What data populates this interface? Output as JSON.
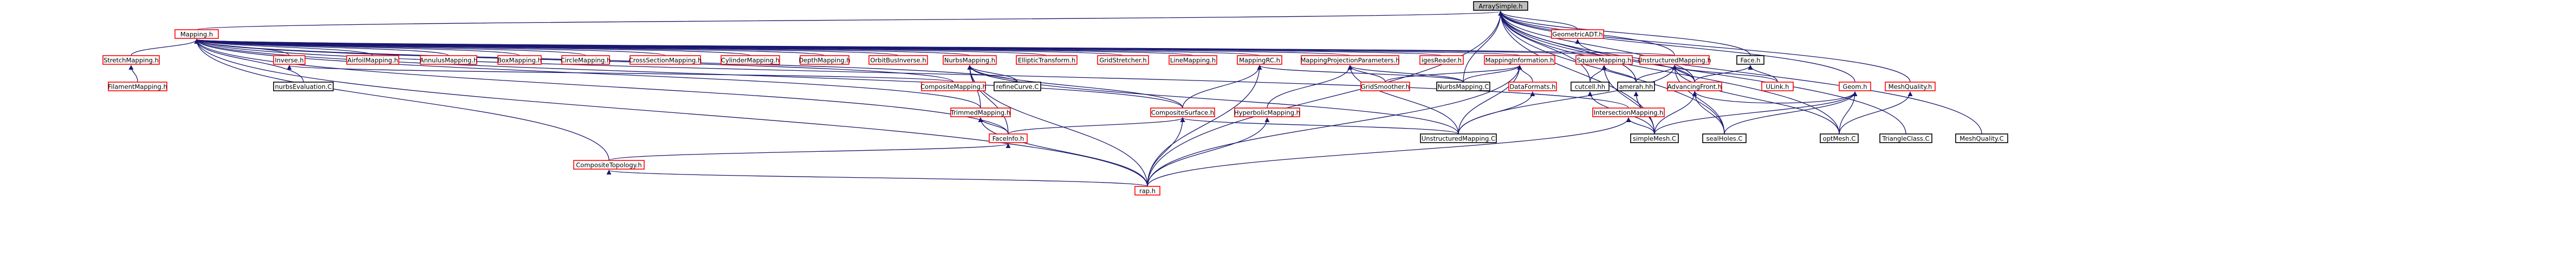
{
  "colors": {
    "edge": "#191970",
    "border_default": "#000000",
    "border_highlight": "#ff0000",
    "fill_default": "#ffffff",
    "fill_root": "#bfbfbf"
  },
  "diagram": {
    "nodes": [
      {
        "id": "arraysimple",
        "label": "ArraySimple.h",
        "style": "root"
      },
      {
        "id": "mapping",
        "label": "Mapping.h",
        "style": "red"
      },
      {
        "id": "geometricadt",
        "label": "GeometricADT.h",
        "style": "red"
      },
      {
        "id": "unstructuredmappingh",
        "label": "UnstructuredMapping.h",
        "style": "red"
      },
      {
        "id": "faceh",
        "label": "Face.h",
        "style": "black"
      },
      {
        "id": "stretchmapping",
        "label": "StretchMapping.h",
        "style": "red"
      },
      {
        "id": "filamentmapping",
        "label": "FilamentMapping.h",
        "style": "red"
      },
      {
        "id": "inverse",
        "label": "Inverse.h",
        "style": "red"
      },
      {
        "id": "nurbsevaluation",
        "label": "nurbsEvaluation.C",
        "style": "black"
      },
      {
        "id": "airfoilmapping",
        "label": "AirfoilMapping.h",
        "style": "red"
      },
      {
        "id": "annulusmapping",
        "label": "AnnulusMapping.h",
        "style": "red"
      },
      {
        "id": "boxmapping",
        "label": "BoxMapping.h",
        "style": "red"
      },
      {
        "id": "circlemapping",
        "label": "CircleMapping.h",
        "style": "red"
      },
      {
        "id": "crosssectionmapping",
        "label": "CrossSectionMapping.h",
        "style": "red"
      },
      {
        "id": "cylindermapping",
        "label": "CylinderMapping.h",
        "style": "red"
      },
      {
        "id": "depthmapping",
        "label": "DepthMapping.h",
        "style": "red"
      },
      {
        "id": "orbitbusinverse",
        "label": "OrbitBusInverse.h",
        "style": "red"
      },
      {
        "id": "nurbsmapping",
        "label": "NurbsMapping.h",
        "style": "red"
      },
      {
        "id": "compositemapping",
        "label": "CompositeMapping.h",
        "style": "red"
      },
      {
        "id": "refinecurve",
        "label": "refineCurve.C",
        "style": "black"
      },
      {
        "id": "ellipticstransform",
        "label": "EllipticTransform.h",
        "style": "red"
      },
      {
        "id": "gridstretcher",
        "label": "GridStretcher.h",
        "style": "red"
      },
      {
        "id": "linemapping",
        "label": "LineMapping.h",
        "style": "red"
      },
      {
        "id": "mappingrc",
        "label": "MappingRC.h",
        "style": "red"
      },
      {
        "id": "mappingprojectionparameters",
        "label": "MappingProjectionParameters.h",
        "style": "red"
      },
      {
        "id": "gridsmoother",
        "label": "GridSmoother.h",
        "style": "red"
      },
      {
        "id": "nurbsmappingc",
        "label": "NurbsMapping.C",
        "style": "black"
      },
      {
        "id": "igesreader",
        "label": "igesReader.h",
        "style": "red"
      },
      {
        "id": "mappinginformation",
        "label": "MappingInformation.h",
        "style": "red"
      },
      {
        "id": "dataformats",
        "label": "DataFormats.h",
        "style": "red"
      },
      {
        "id": "squaremapping",
        "label": "SquareMapping.h",
        "style": "red"
      },
      {
        "id": "cutcellm",
        "label": "cutcell.hh",
        "style": "black"
      },
      {
        "id": "amerah",
        "label": "amerah.hh",
        "style": "black"
      },
      {
        "id": "intersectionmapping",
        "label": "IntersectionMapping.h",
        "style": "red"
      },
      {
        "id": "trimmedmapping",
        "label": "TrimmedMapping.h",
        "style": "red"
      },
      {
        "id": "faceinfo",
        "label": "FaceInfo.h",
        "style": "red"
      },
      {
        "id": "compositesurface",
        "label": "CompositeSurface.h",
        "style": "red"
      },
      {
        "id": "hyperbolicmapping",
        "label": "HyperbolicMapping.h",
        "style": "red"
      },
      {
        "id": "unstructuredmappingc",
        "label": "UnstructuredMapping.C",
        "style": "black"
      },
      {
        "id": "compositetopology",
        "label": "CompositeTopology.h",
        "style": "red"
      },
      {
        "id": "rap",
        "label": "rap.h",
        "style": "red"
      },
      {
        "id": "advancingfront",
        "label": "AdvancingFront.h",
        "style": "red"
      },
      {
        "id": "uleak",
        "label": "ULink.h",
        "style": "red"
      },
      {
        "id": "geom",
        "label": "Geom.h",
        "style": "red"
      },
      {
        "id": "meshquality",
        "label": "MeshQuality.h",
        "style": "red"
      },
      {
        "id": "simplemesh",
        "label": "simpleMesh.C",
        "style": "black"
      },
      {
        "id": "sealholes",
        "label": "sealHoles.C",
        "style": "black"
      },
      {
        "id": "optmesh",
        "label": "optMesh.C",
        "style": "black"
      },
      {
        "id": "triangleclass",
        "label": "TriangleClass.C",
        "style": "black"
      },
      {
        "id": "meshqualityc",
        "label": "MeshQuality.C",
        "style": "black"
      }
    ],
    "edges": [
      [
        "arraysimple",
        "mapping"
      ],
      [
        "arraysimple",
        "geometricadt"
      ],
      [
        "arraysimple",
        "unstructuredmappingh"
      ],
      [
        "arraysimple",
        "faceh"
      ],
      [
        "arraysimple",
        "geom"
      ],
      [
        "arraysimple",
        "meshquality"
      ],
      [
        "arraysimple",
        "meshqualityc"
      ],
      [
        "arraysimple",
        "triangleclass"
      ],
      [
        "arraysimple",
        "simplemesh"
      ],
      [
        "arraysimple",
        "nurbsmappingc"
      ],
      [
        "arraysimple",
        "amerah"
      ],
      [
        "arraysimple",
        "cutcellm"
      ],
      [
        "arraysimple",
        "rap"
      ],
      [
        "arraysimple",
        "advancingfront"
      ],
      [
        "arraysimple",
        "optmesh"
      ],
      [
        "arraysimple",
        "sealholes"
      ],
      [
        "mapping",
        "stretchmapping"
      ],
      [
        "mapping",
        "inverse"
      ],
      [
        "mapping",
        "airfoilmapping"
      ],
      [
        "mapping",
        "annulusmapping"
      ],
      [
        "mapping",
        "boxmapping"
      ],
      [
        "mapping",
        "circlemapping"
      ],
      [
        "mapping",
        "crosssectionmapping"
      ],
      [
        "mapping",
        "cylindermapping"
      ],
      [
        "mapping",
        "depthmapping"
      ],
      [
        "mapping",
        "orbitbusinverse"
      ],
      [
        "mapping",
        "nurbsmapping"
      ],
      [
        "mapping",
        "ellipticstransform"
      ],
      [
        "mapping",
        "gridstretcher"
      ],
      [
        "mapping",
        "linemapping"
      ],
      [
        "mapping",
        "mappingrc"
      ],
      [
        "mapping",
        "mappingprojectionparameters"
      ],
      [
        "mapping",
        "igesreader"
      ],
      [
        "mapping",
        "mappinginformation"
      ],
      [
        "mapping",
        "squaremapping"
      ],
      [
        "mapping",
        "intersectionmapping"
      ],
      [
        "mapping",
        "compositemapping"
      ],
      [
        "mapping",
        "refinecurve"
      ],
      [
        "mapping",
        "nurbsevaluation"
      ],
      [
        "mapping",
        "trimmedmapping"
      ],
      [
        "mapping",
        "compositesurface"
      ],
      [
        "mapping",
        "rap"
      ],
      [
        "mapping",
        "compositetopology"
      ],
      [
        "mapping",
        "unstructuredmappingh"
      ],
      [
        "mapping",
        "faceinfo"
      ],
      [
        "stretchmapping",
        "filamentmapping"
      ],
      [
        "inverse",
        "compositemapping"
      ],
      [
        "nurbsmapping",
        "refinecurve"
      ],
      [
        "nurbsmapping",
        "trimmedmapping"
      ],
      [
        "nurbsmapping",
        "faceinfo"
      ],
      [
        "nurbsmapping",
        "rap"
      ],
      [
        "nurbsmapping",
        "compositesurface"
      ],
      [
        "nurbsmapping",
        "unstructuredmappingc"
      ],
      [
        "mappingrc",
        "compositesurface"
      ],
      [
        "mappingrc",
        "rap"
      ],
      [
        "mappingrc",
        "nurbsmappingc"
      ],
      [
        "mappingprojectionparameters",
        "gridsmoother"
      ],
      [
        "mappingprojectionparameters",
        "hyperbolicmapping"
      ],
      [
        "mappingprojectionparameters",
        "nurbsmappingc"
      ],
      [
        "mappingprojectionparameters",
        "unstructuredmappingc"
      ],
      [
        "mappinginformation",
        "dataformats"
      ],
      [
        "mappinginformation",
        "nurbsmappingc"
      ],
      [
        "mappinginformation",
        "unstructuredmappingc"
      ],
      [
        "mappinginformation",
        "rap"
      ],
      [
        "mappinginformation",
        "gridsmoother"
      ],
      [
        "dataformats",
        "unstructuredmappingc"
      ],
      [
        "squaremapping",
        "cutcellm"
      ],
      [
        "squaremapping",
        "amerah"
      ],
      [
        "squaremapping",
        "simplemesh"
      ],
      [
        "intersectionmapping",
        "simplemesh"
      ],
      [
        "intersectionmapping",
        "rap"
      ],
      [
        "trimmedmapping",
        "faceinfo"
      ],
      [
        "trimmedmapping",
        "rap"
      ],
      [
        "faceinfo",
        "compositetopology"
      ],
      [
        "compositesurface",
        "faceinfo"
      ],
      [
        "compositesurface",
        "rap"
      ],
      [
        "compositesurface",
        "unstructuredmappingc"
      ],
      [
        "hyperbolicmapping",
        "rap"
      ],
      [
        "compositetopology",
        "rap"
      ],
      [
        "unstructuredmappingh",
        "advancingfront"
      ],
      [
        "unstructuredmappingh",
        "uleak"
      ],
      [
        "unstructuredmappingh",
        "unstructuredmappingc"
      ],
      [
        "unstructuredmappingh",
        "amerah"
      ],
      [
        "unstructuredmappingh",
        "sealholes"
      ],
      [
        "unstructuredmappingh",
        "optmesh"
      ],
      [
        "geometricadt",
        "advancingfront"
      ],
      [
        "faceh",
        "advancingfront"
      ],
      [
        "faceh",
        "uleak"
      ],
      [
        "advancingfront",
        "simplemesh"
      ],
      [
        "advancingfront",
        "sealholes"
      ],
      [
        "geom",
        "simplemesh"
      ],
      [
        "geom",
        "optmesh"
      ],
      [
        "geom",
        "sealholes"
      ],
      [
        "geom",
        "advancingfront"
      ],
      [
        "meshquality",
        "optmesh"
      ],
      [
        "amerah",
        "simplemesh"
      ],
      [
        "cutcellm",
        "simplemesh"
      ]
    ]
  }
}
